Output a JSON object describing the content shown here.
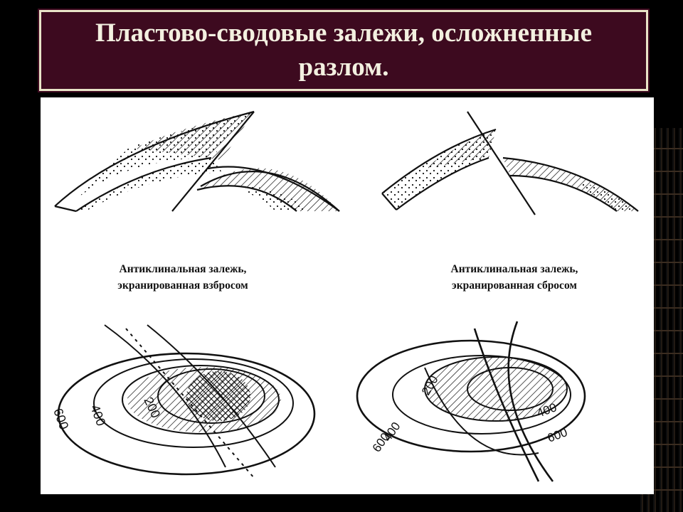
{
  "slide": {
    "title": "Пластово-сводовые залежи, осложненные разлом."
  },
  "figures": [
    {
      "caption_line1": "Антиклинальная залежь,",
      "caption_line2": "экранированная взбросом"
    },
    {
      "caption_line1": "Антиклинальная залежь,",
      "caption_line2": "экранированная сбросом"
    }
  ],
  "maps": [
    {
      "contours": [
        "600",
        "400",
        "200"
      ]
    },
    {
      "contours": [
        "200",
        "400",
        "600",
        "400",
        "600"
      ]
    }
  ]
}
